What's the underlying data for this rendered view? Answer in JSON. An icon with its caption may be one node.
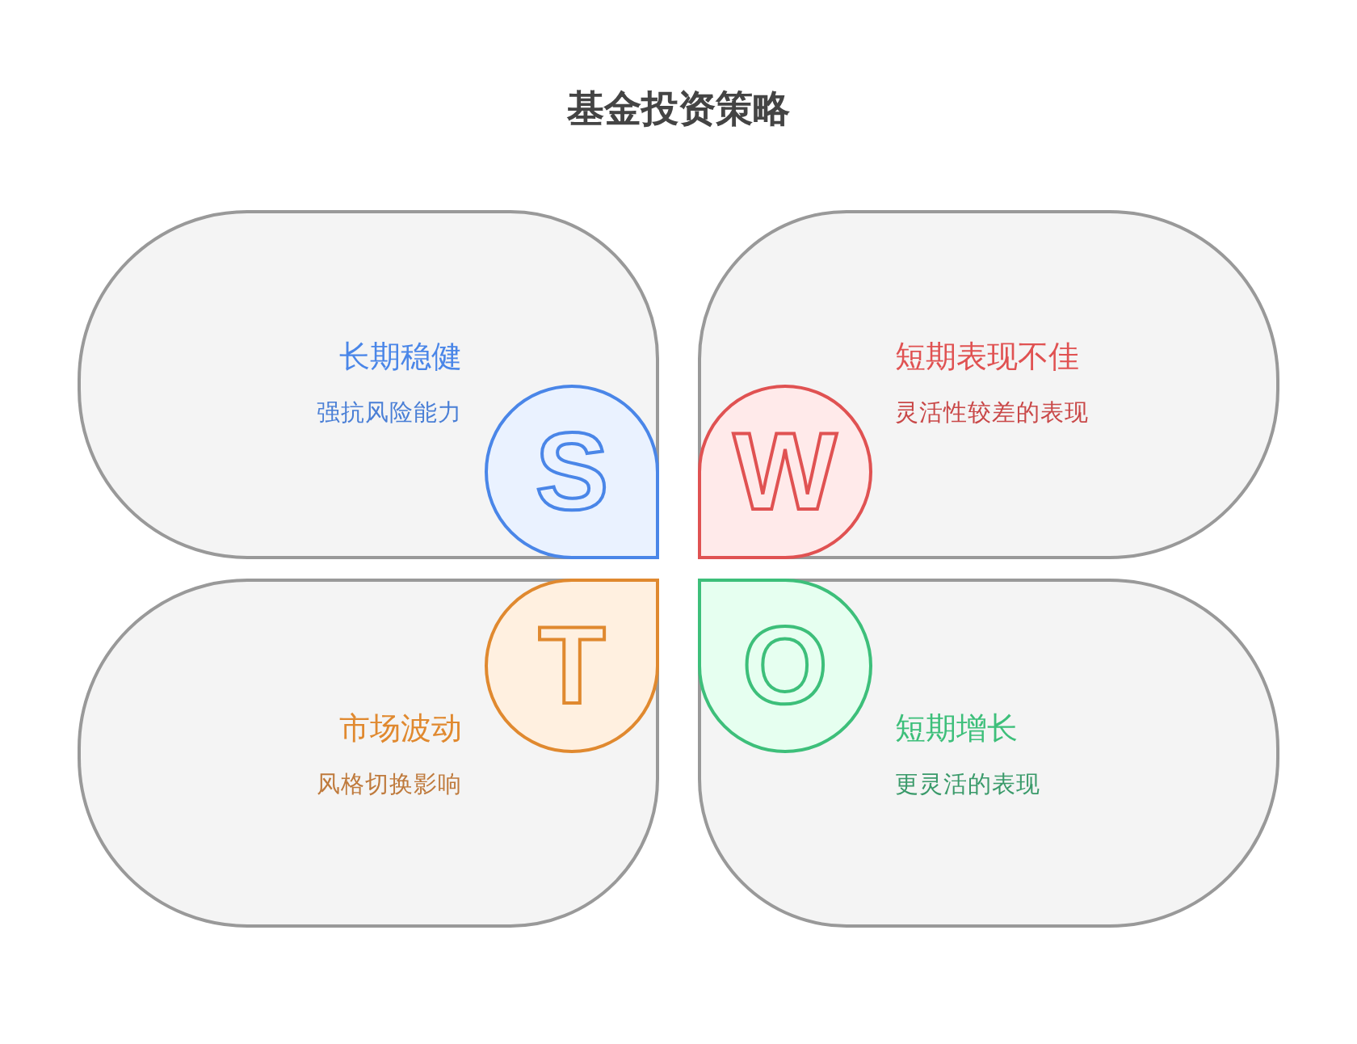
{
  "diagram": {
    "title": "基金投资策略",
    "nodes": [
      {
        "text": [
          "长期稳健",
          "强抗风险能力"
        ]
      },
      {
        "text": [
          "S"
        ],
        "in": 0
      },
      {
        "text": [
          "短期表现不佳",
          "灵活性较差的表现"
        ]
      },
      {
        "text": [
          "W"
        ],
        "in": 2
      },
      {
        "text": [
          "市场波动",
          "风格切换影响"
        ]
      },
      {
        "text": [
          "T"
        ],
        "in": 4
      },
      {
        "text": [
          "短期增长",
          "更灵活的表现"
        ]
      },
      {
        "text": [
          "O"
        ],
        "in": 6
      }
    ]
  }
}
